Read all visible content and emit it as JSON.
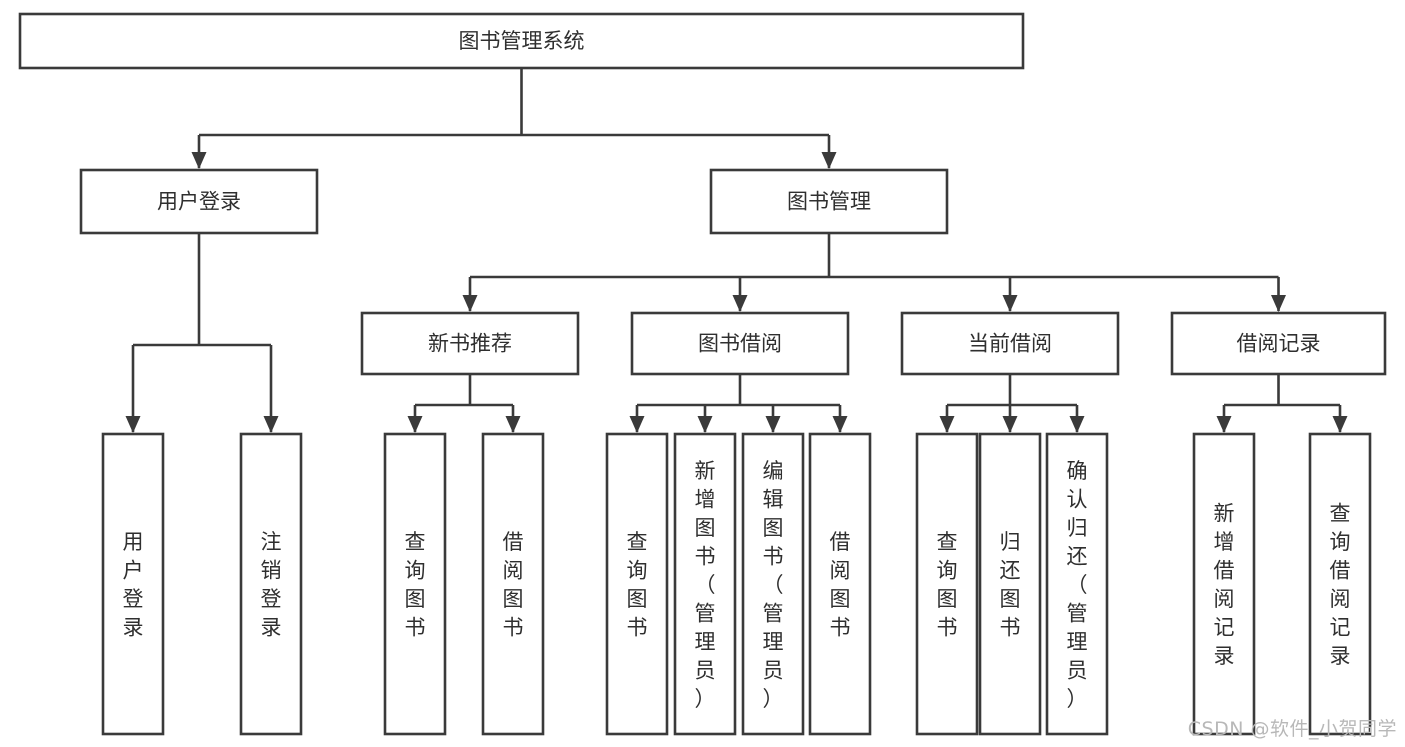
{
  "diagram": {
    "type": "tree",
    "title": "图书管理系统",
    "orientation": "top-down",
    "levels": 4,
    "colors": {
      "background": "#ffffff",
      "box_fill": "#ffffff",
      "box_stroke": "#3a3a3a",
      "text": "#2f2f2f",
      "watermark": "#b8b8b8"
    },
    "root": {
      "id": "root",
      "label": "图书管理系统",
      "orientation": "horizontal"
    },
    "level2": [
      {
        "id": "user-login",
        "label": "用户登录",
        "orientation": "horizontal"
      },
      {
        "id": "book-manage",
        "label": "图书管理",
        "orientation": "horizontal"
      }
    ],
    "level3": [
      {
        "id": "new-book-recommend",
        "label": "新书推荐",
        "orientation": "horizontal",
        "parent": "book-manage"
      },
      {
        "id": "book-borrow",
        "label": "图书借阅",
        "orientation": "horizontal",
        "parent": "book-manage"
      },
      {
        "id": "current-borrow",
        "label": "当前借阅",
        "orientation": "horizontal",
        "parent": "book-manage"
      },
      {
        "id": "borrow-record",
        "label": "借阅记录",
        "orientation": "horizontal",
        "parent": "book-manage"
      }
    ],
    "leaves": {
      "user-login": [
        {
          "id": "leaf-user-login",
          "label": "用户登录",
          "orientation": "vertical"
        },
        {
          "id": "leaf-logout",
          "label": "注销登录",
          "orientation": "vertical"
        }
      ],
      "new-book-recommend": [
        {
          "id": "leaf-query-book-1",
          "label": "查询图书",
          "orientation": "vertical"
        },
        {
          "id": "leaf-borrow-book-1",
          "label": "借阅图书",
          "orientation": "vertical"
        }
      ],
      "book-borrow": [
        {
          "id": "leaf-query-book-2",
          "label": "查询图书",
          "orientation": "vertical"
        },
        {
          "id": "leaf-add-book",
          "label": "新增图书（管理员）",
          "orientation": "vertical"
        },
        {
          "id": "leaf-edit-book",
          "label": "编辑图书（管理员）",
          "orientation": "vertical"
        },
        {
          "id": "leaf-borrow-book-2",
          "label": "借阅图书",
          "orientation": "vertical"
        }
      ],
      "current-borrow": [
        {
          "id": "leaf-query-book-3",
          "label": "查询图书",
          "orientation": "vertical"
        },
        {
          "id": "leaf-return-book",
          "label": "归还图书",
          "orientation": "vertical"
        },
        {
          "id": "leaf-confirm-return",
          "label": "确认归还（管理员）",
          "orientation": "vertical"
        }
      ],
      "borrow-record": [
        {
          "id": "leaf-add-record",
          "label": "新增借阅记录",
          "orientation": "vertical"
        },
        {
          "id": "leaf-query-record",
          "label": "查询借阅记录",
          "orientation": "vertical"
        }
      ]
    }
  },
  "watermark": {
    "text": "CSDN @软件_小贺同学"
  }
}
